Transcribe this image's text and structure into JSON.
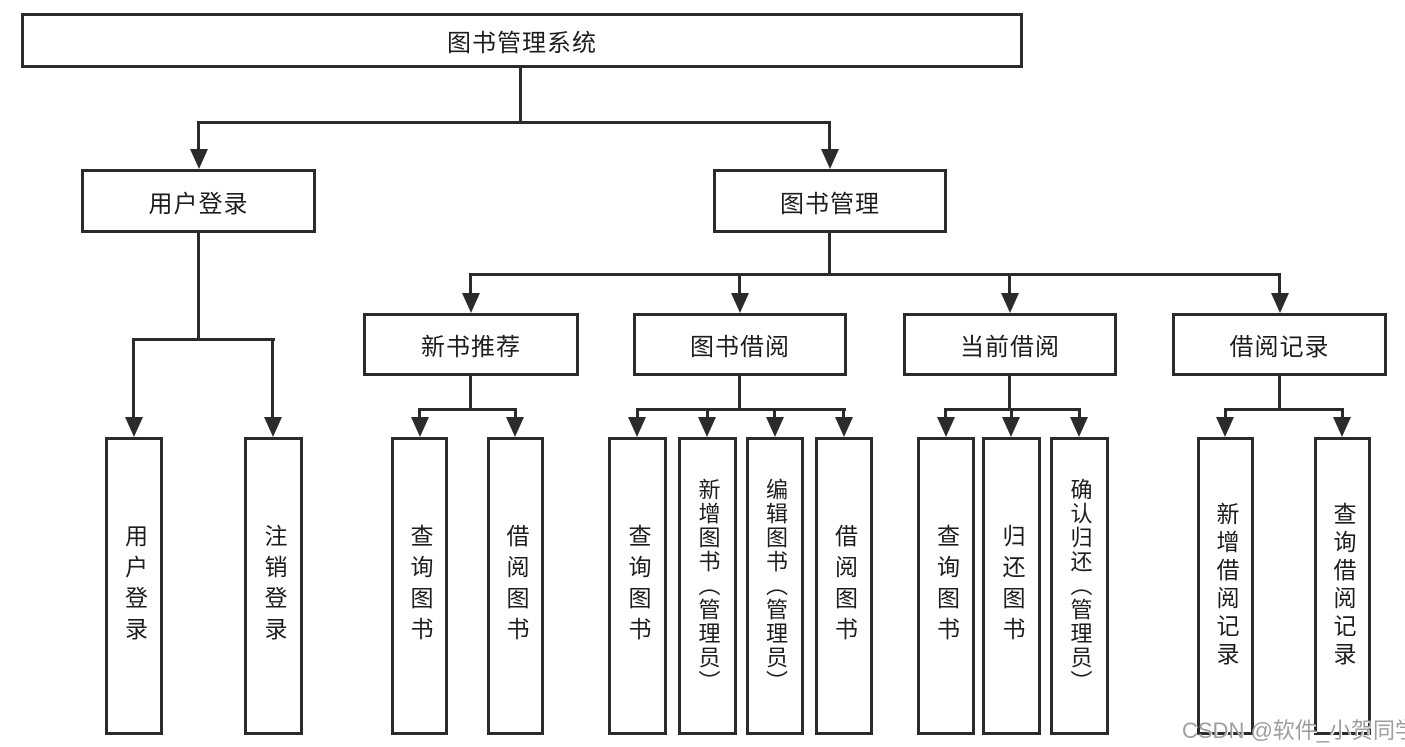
{
  "diagram": {
    "root": {
      "label": "图书管理系统"
    },
    "branches": [
      {
        "label": "用户登录",
        "children": [
          {
            "label": "用户登录"
          },
          {
            "label": "注销登录"
          }
        ]
      },
      {
        "label": "图书管理",
        "children": [
          {
            "label": "新书推荐",
            "children": [
              {
                "label": "查询图书"
              },
              {
                "label": "借阅图书"
              }
            ]
          },
          {
            "label": "图书借阅",
            "children": [
              {
                "label": "查询图书"
              },
              {
                "label": "新增图书（管理员）"
              },
              {
                "label": "编辑图书（管理员）"
              },
              {
                "label": "借阅图书"
              }
            ]
          },
          {
            "label": "当前借阅",
            "children": [
              {
                "label": "查询图书"
              },
              {
                "label": "归还图书"
              },
              {
                "label": "确认归还（管理员）"
              }
            ]
          },
          {
            "label": "借阅记录",
            "children": [
              {
                "label": "新增借阅记录"
              },
              {
                "label": "查询借阅记录"
              }
            ]
          }
        ]
      }
    ]
  },
  "watermark": {
    "text": "CSDN @软件_小贺同学"
  },
  "colors": {
    "line": "#2b2b2b",
    "text": "#1d1d1d",
    "watermark": "#9e9e9e",
    "background": "#ffffff"
  }
}
